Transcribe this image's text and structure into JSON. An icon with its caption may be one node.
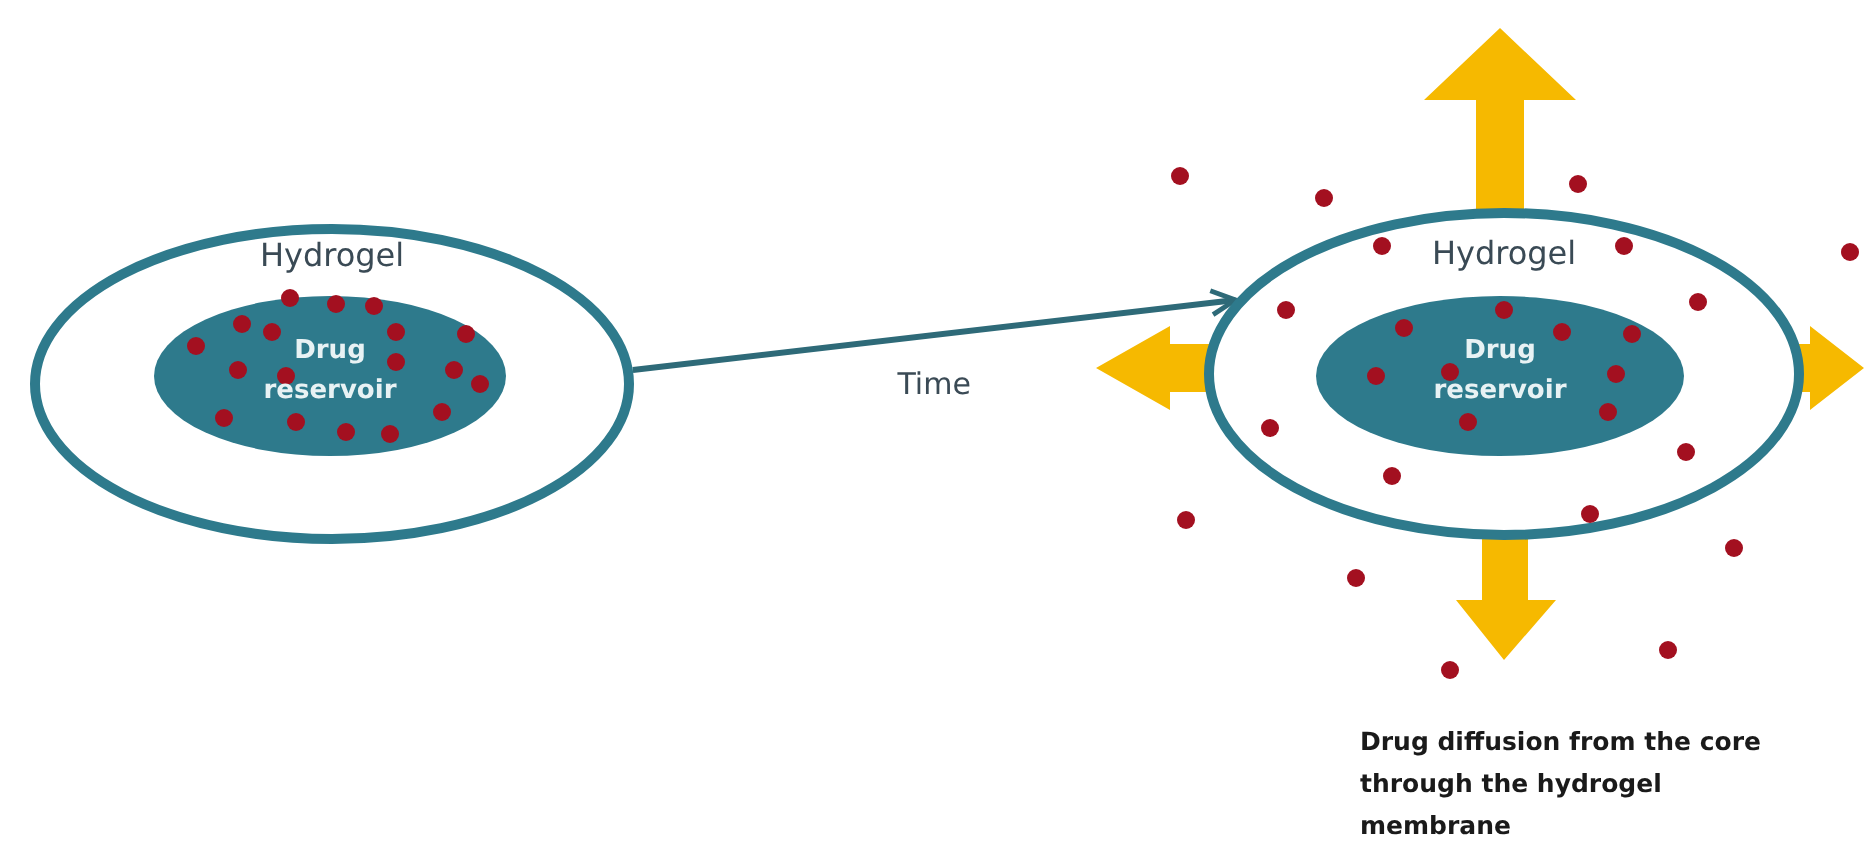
{
  "diagram": {
    "nodes": [
      {
        "text": [
          "Hydrogel"
        ]
      },
      {
        "text": [
          "Drug reservoir"
        ],
        "in": 0
      },
      {
        "text": [
          "Hydrogel"
        ]
      },
      {
        "text": [
          "Drug reservoir"
        ],
        "in": 2
      }
    ],
    "edges": [
      {
        "from": 0,
        "to": 2,
        "arrow": "to",
        "label": "Time"
      }
    ],
    "labels": [
      "Drug diffusion from the core through the hydrogel membrane"
    ]
  }
}
